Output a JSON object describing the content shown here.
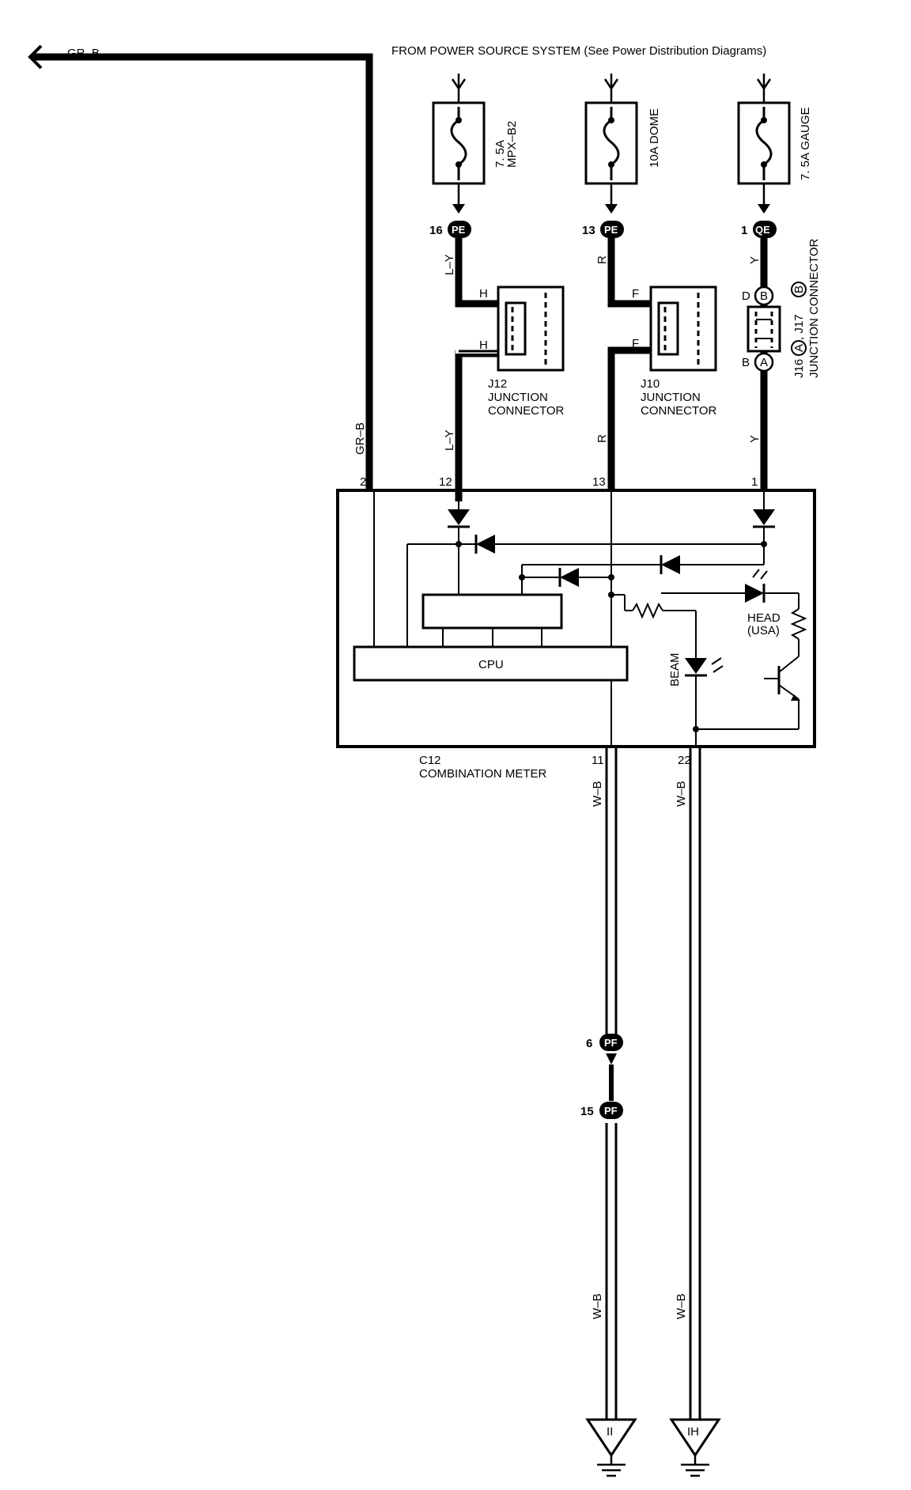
{
  "header": {
    "power_source": "FROM POWER SOURCE SYSTEM  (See Power Distribution Diagrams)"
  },
  "wires": {
    "gr_b_top": "GR–B",
    "gr_b_side": "GR–B",
    "ly_upper": "L–Y",
    "ly_lower": "L–Y",
    "r_upper": "R",
    "r_lower": "R",
    "y_upper": "Y",
    "y_lower": "Y",
    "wb_11_upper": "W–B",
    "wb_22_upper": "W–B",
    "wb_11_lower": "W–B",
    "wb_22_lower": "W–B"
  },
  "fuses": [
    {
      "rating": "7. 5A",
      "name": "MPX–B2"
    },
    {
      "rating": "10A DOME",
      "name": ""
    },
    {
      "rating": "7. 5A GAUGE",
      "name": ""
    }
  ],
  "connectors": {
    "pe16": {
      "pin": "16",
      "code": "PE"
    },
    "pe13": {
      "pin": "13",
      "code": "PE"
    },
    "qe1": {
      "pin": "1",
      "code": "QE"
    },
    "pf6": {
      "pin": "6",
      "code": "PF"
    },
    "pf15": {
      "pin": "15",
      "code": "PF"
    }
  },
  "junctions": {
    "j12": {
      "id": "J12",
      "line1": "JUNCTION",
      "line2": "CONNECTOR",
      "pin_top": "H",
      "pin_bottom": "H"
    },
    "j10": {
      "id": "J10",
      "line1": "JUNCTION",
      "line2": "CONNECTOR",
      "pin_top": "F",
      "pin_bottom": "F"
    },
    "j16": {
      "pin_top": "D",
      "pin_bottom": "B",
      "badge_top": "B",
      "badge_bottom": "A",
      "label_a": "J16",
      "label_a_badge": "A",
      "label_sep": " ,  J17",
      "label_b_badge": "B",
      "label_line2": "JUNCTION CONNECTOR"
    }
  },
  "meter": {
    "id": "C12",
    "name": "COMBINATION METER",
    "cpu": "CPU",
    "beam": "BEAM",
    "head_line1": "HEAD",
    "head_line2": "(USA)",
    "pins": {
      "p2": "2",
      "p12": "12",
      "p13": "13",
      "p1": "1",
      "p11": "11",
      "p22": "22"
    }
  },
  "grounds": {
    "left": "II",
    "right": "IH"
  }
}
